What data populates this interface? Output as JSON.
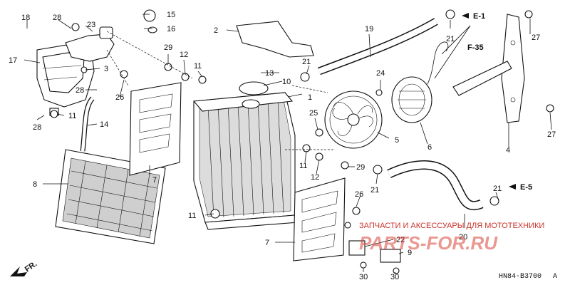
{
  "diagram": {
    "code": "HN84-B3700",
    "code_suffix": "A",
    "direction": "FR.",
    "section_refs": [
      "E-1",
      "F-35",
      "E-5"
    ],
    "watermark_top": "ЗАПЧАСТИ И АКСЕССУАРЫ ДЛЯ МОТОТЕХНИКИ",
    "watermark_main": "PARTS-FOR.RU",
    "callouts": [
      "1",
      "2",
      "3",
      "4",
      "5",
      "6",
      "7",
      "7",
      "8",
      "9",
      "10",
      "11",
      "11",
      "11",
      "11",
      "12",
      "12",
      "13",
      "14",
      "15",
      "16",
      "17",
      "18",
      "19",
      "20",
      "21",
      "21",
      "21",
      "21",
      "22",
      "23",
      "24",
      "25",
      "26",
      "26",
      "27",
      "27",
      "28",
      "28",
      "28",
      "29",
      "29",
      "30",
      "30"
    ]
  }
}
